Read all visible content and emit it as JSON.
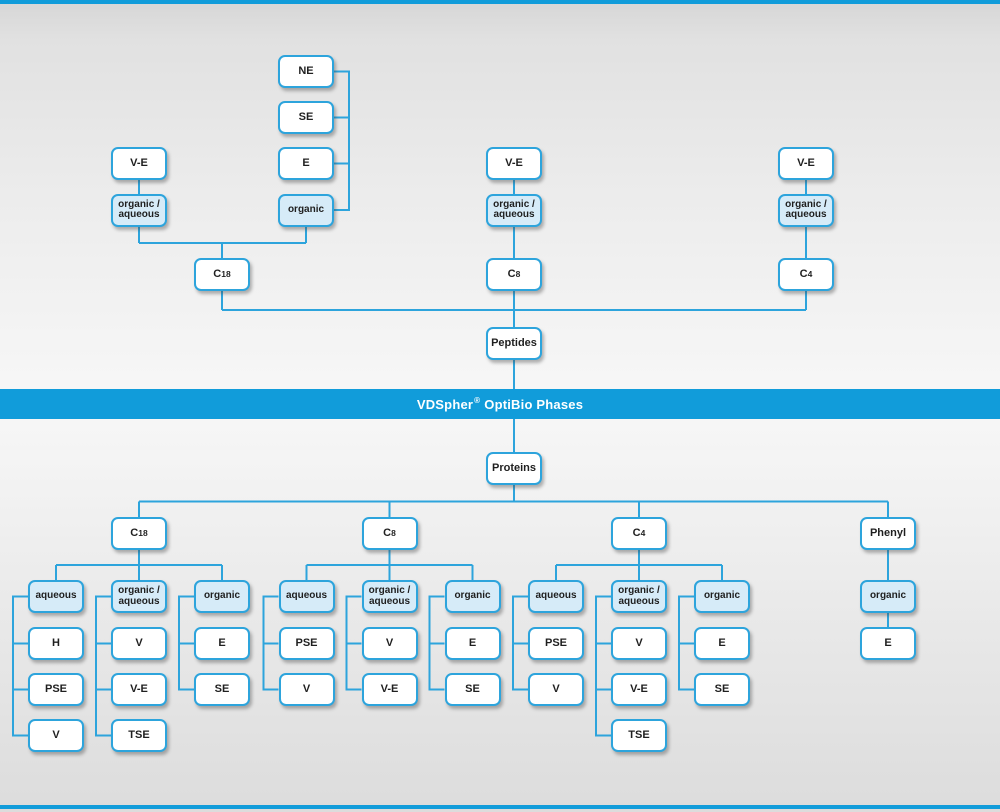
{
  "banner": {
    "brand": "VDSpher",
    "registered_mark": "®",
    "suffix": "OptiBio Phases"
  },
  "peptides_section": {
    "root_label": "Peptides",
    "c18": {
      "column_label": "C18",
      "ve_label": "V-E",
      "organic_aqueous_label": "organic /\naqueous",
      "organic_label": "organic",
      "organic_phases": [
        "NE",
        "SE",
        "E"
      ]
    },
    "c8": {
      "column_label": "C8",
      "ve_label": "V-E",
      "organic_aqueous_label": "organic /\naqueous"
    },
    "c4": {
      "column_label": "C4",
      "ve_label": "V-E",
      "organic_aqueous_label": "organic /\naqueous"
    }
  },
  "proteins_section": {
    "root_label": "Proteins",
    "groups": [
      {
        "column_label": "C18",
        "eluents": [
          {
            "label": "aqueous",
            "phases": [
              "H",
              "PSE",
              "V"
            ]
          },
          {
            "label": "organic /\naqueous",
            "phases": [
              "V",
              "V-E",
              "TSE"
            ]
          },
          {
            "label": "organic",
            "phases": [
              "E",
              "SE"
            ]
          }
        ]
      },
      {
        "column_label": "C8",
        "eluents": [
          {
            "label": "aqueous",
            "phases": [
              "PSE",
              "V"
            ]
          },
          {
            "label": "organic /\naqueous",
            "phases": [
              "V",
              "V-E"
            ]
          },
          {
            "label": "organic",
            "phases": [
              "E",
              "SE"
            ]
          }
        ]
      },
      {
        "column_label": "C4",
        "eluents": [
          {
            "label": "aqueous",
            "phases": [
              "PSE",
              "V"
            ]
          },
          {
            "label": "organic /\naqueous",
            "phases": [
              "V",
              "V-E",
              "TSE"
            ]
          },
          {
            "label": "organic",
            "phases": [
              "E",
              "SE"
            ]
          }
        ]
      },
      {
        "column_label": "Phenyl",
        "eluents": [
          {
            "label": "organic",
            "phases": [
              "E"
            ]
          }
        ]
      }
    ]
  },
  "colors": {
    "accent_blue": "#119cda",
    "line_blue": "#2da4dc",
    "eluent_fill": "#d6ebf8",
    "node_fill": "#ffffff",
    "text": "#1f1f1f"
  }
}
